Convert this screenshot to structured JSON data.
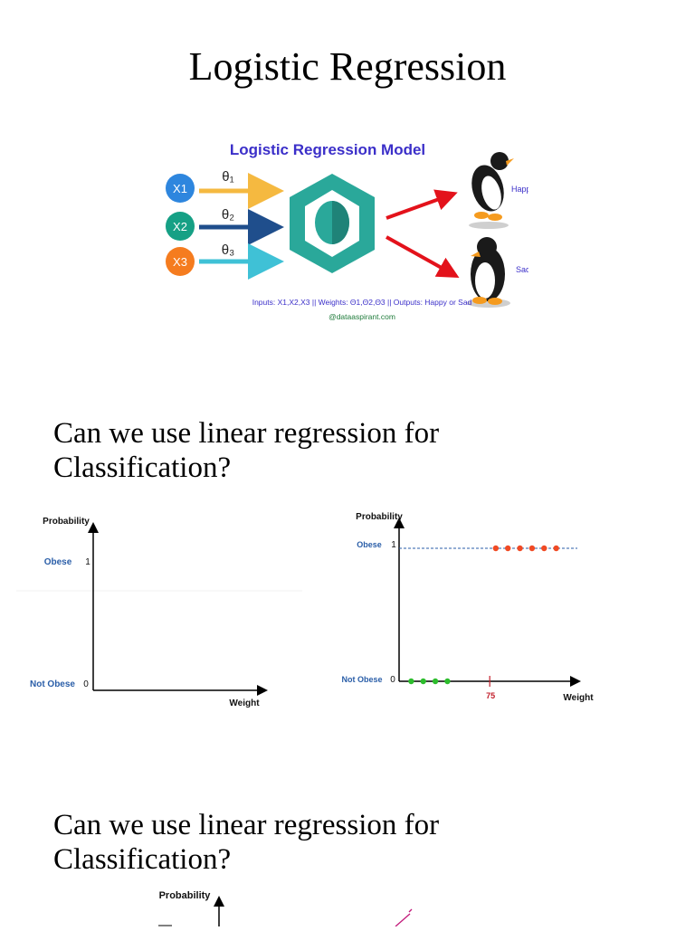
{
  "page": {
    "title": "Logistic Regression",
    "heading_1_line1": "Can we use linear regression for",
    "heading_1_line2": "Classification?",
    "heading_2_line1": "Can we use linear regression for",
    "heading_2_line2": "Classification?"
  },
  "model_diagram": {
    "title": "Logistic Regression Model",
    "inputs": [
      {
        "label": "X1",
        "color": "#2e86de",
        "weight": "θ₁",
        "arrow_color": "#f5b940"
      },
      {
        "label": "X2",
        "color": "#16a085",
        "weight": "θ₂",
        "arrow_color": "#1f4e8c"
      },
      {
        "label": "X3",
        "color": "#f57c1f",
        "weight": "θ₃",
        "arrow_color": "#3fc1d6"
      }
    ],
    "outputs": [
      "Happy",
      "Sad"
    ],
    "caption": "Inputs: X1,X2,X3 || Weights: Θ1,Θ2,Θ3 || Outputs: Happy or Sad",
    "credit": "@dataaspirant.com",
    "colors": {
      "title": "#3b2fc9",
      "hexagon": "#2aa89a",
      "output_arrow": "#e3121b",
      "caption": "#3b2fc9",
      "credit": "#1e7b3a"
    }
  },
  "chart_data": [
    {
      "type": "scatter",
      "title": "",
      "xlabel": "Weight",
      "ylabel": "Probability",
      "yticks": [
        {
          "value": 1,
          "label": "1",
          "category": "Obese"
        },
        {
          "value": 0,
          "label": "0",
          "category": "Not Obese"
        }
      ],
      "series": []
    },
    {
      "type": "scatter",
      "title": "",
      "xlabel": "Weight",
      "ylabel": "Probability",
      "yticks": [
        {
          "value": 1,
          "label": "1",
          "category": "Obese"
        },
        {
          "value": 0,
          "label": "0",
          "category": "Not Obese"
        }
      ],
      "threshold": {
        "value": 75,
        "label": "75"
      },
      "series": [
        {
          "color": "#2dbd2d",
          "points": [
            {
              "x": 10,
              "y": 0
            },
            {
              "x": 20,
              "y": 0
            },
            {
              "x": 30,
              "y": 0
            },
            {
              "x": 40,
              "y": 0
            }
          ]
        },
        {
          "color": "#f04a24",
          "points": [
            {
              "x": 80,
              "y": 1
            },
            {
              "x": 90,
              "y": 1
            },
            {
              "x": 100,
              "y": 1
            },
            {
              "x": 110,
              "y": 1
            },
            {
              "x": 120,
              "y": 1
            },
            {
              "x": 130,
              "y": 1
            }
          ]
        }
      ]
    },
    {
      "type": "line",
      "title": "",
      "xlabel": "",
      "ylabel": "Probability",
      "series": []
    }
  ]
}
